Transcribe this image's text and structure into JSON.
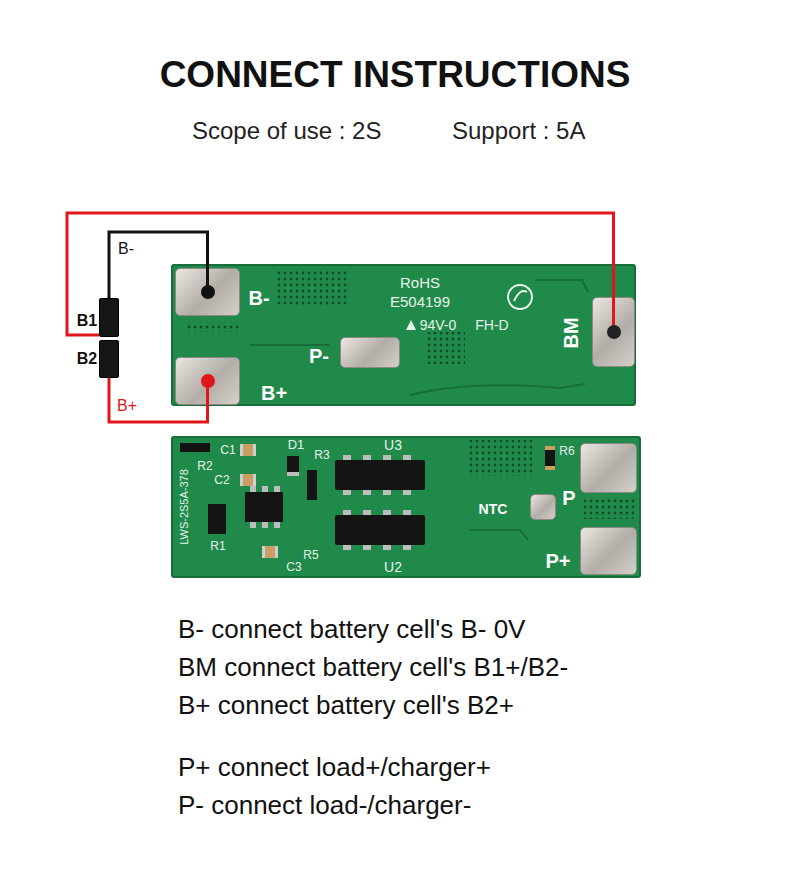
{
  "diagram": {
    "title": "CONNECT INSTRUCTIONS",
    "nodes": [
      {
        "text": [
          "B-"
        ]
      },
      {
        "text": [
          "BM"
        ]
      },
      {
        "text": [
          "B1"
        ]
      },
      {
        "text": [
          "B2"
        ]
      },
      {
        "text": [
          "P-"
        ]
      },
      {
        "text": [
          "B+"
        ]
      },
      {
        "text": [
          "P"
        ]
      },
      {
        "text": [
          "NTC"
        ]
      },
      {
        "text": [
          "P+"
        ]
      }
    ],
    "edges": [
      {
        "from": 2,
        "to": 0,
        "label": "B-",
        "arrow": "none"
      },
      {
        "from": 2,
        "to": 1,
        "arrow": "none"
      },
      {
        "from": 3,
        "to": 5,
        "label": "B+",
        "arrow": "none"
      }
    ],
    "labels": [
      "Scope of use : 2S",
      "Support : 5A",
      "RoHS",
      "E504199",
      "94V-0",
      "FH-D",
      "LWS-2S5A-378",
      "R2",
      "C1",
      "D1",
      "R3",
      "U3",
      "R6",
      "C2",
      "R1",
      "R5",
      "C3",
      "U2",
      "B- connect battery cell's B- 0V",
      "BM connect battery cell's B1+/B2-",
      "B+ connect battery cell's B2+",
      "P+ connect load+/charger+",
      "P- connect load-/charger-"
    ]
  }
}
